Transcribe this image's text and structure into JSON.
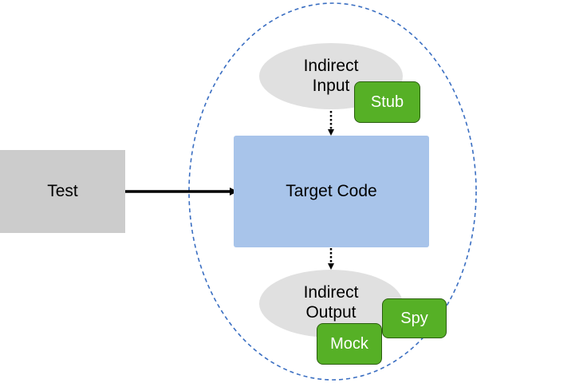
{
  "colors": {
    "test_box": "#cccccc",
    "target_box": "#a8c4ea",
    "ellipse": "#e0e0e0",
    "double_tag": "#56b026",
    "boundary": "#3b6fc2",
    "arrow": "#000000"
  },
  "nodes": {
    "test": {
      "label": "Test"
    },
    "target_code": {
      "label": "Target Code"
    },
    "indirect_input": {
      "line1": "Indirect",
      "line2": "Input"
    },
    "indirect_output": {
      "line1": "Indirect",
      "line2": "Output"
    }
  },
  "test_doubles": {
    "stub": "Stub",
    "spy": "Spy",
    "mock": "Mock"
  },
  "edges": [
    {
      "from": "test",
      "to": "target_code",
      "style": "solid"
    },
    {
      "from": "indirect_input",
      "to": "target_code",
      "style": "dotted"
    },
    {
      "from": "target_code",
      "to": "indirect_output",
      "style": "dotted"
    }
  ]
}
